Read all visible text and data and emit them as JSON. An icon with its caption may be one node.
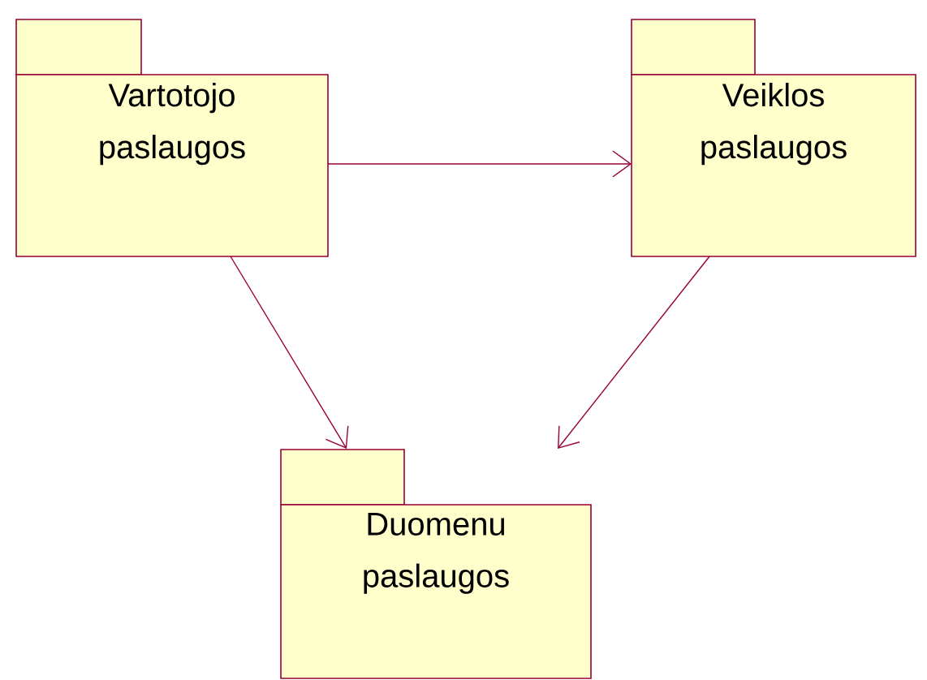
{
  "diagram": {
    "nodes": [
      {
        "text": [
          "Vartotojo paslaugos"
        ]
      },
      {
        "text": [
          "Veiklos paslaugos"
        ]
      },
      {
        "text": [
          "Duomenu paslaugos"
        ]
      }
    ],
    "edges": [
      {
        "from": 0,
        "to": 1,
        "arrow": "to"
      },
      {
        "from": 0,
        "to": 2,
        "arrow": "to"
      },
      {
        "from": 1,
        "to": 2,
        "arrow": "to"
      }
    ]
  }
}
